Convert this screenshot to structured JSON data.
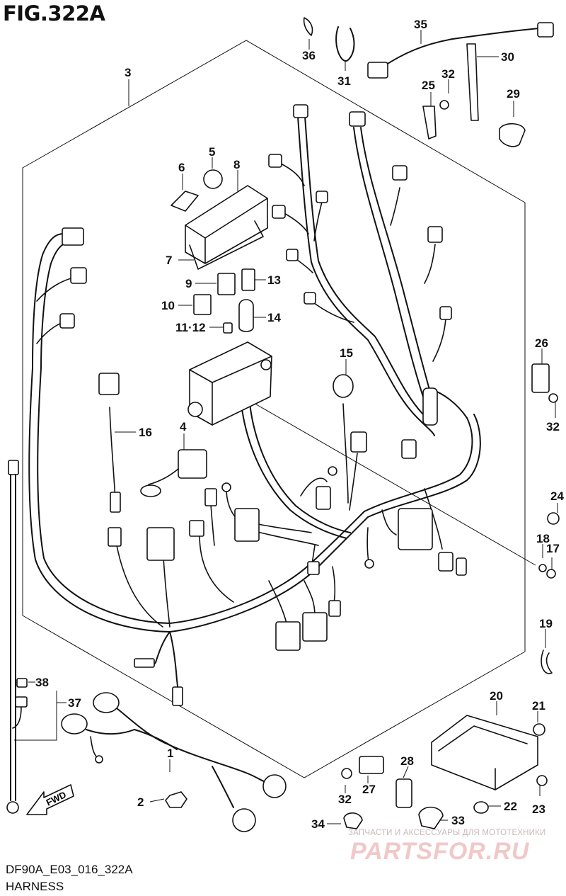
{
  "figure": {
    "title": "FIG.322A",
    "code": "DF90A_E03_016_322A",
    "caption": "HARNESS",
    "fwd_label": "FWD"
  },
  "watermark": {
    "tagline": "ЗАПЧАСТИ И АКСЕССУАРЫ ДЛЯ МОТОТЕХНИКИ",
    "logo": "PARTSFOR.RU"
  },
  "callouts": {
    "c1": "1",
    "c2": "2",
    "c3": "3",
    "c4": "4",
    "c5": "5",
    "c6": "6",
    "c7": "7",
    "c8": "8",
    "c9": "9",
    "c10": "10",
    "c11_12": "11·12",
    "c13": "13",
    "c14": "14",
    "c15": "15",
    "c16": "16",
    "c17": "17",
    "c18": "18",
    "c19": "19",
    "c20": "20",
    "c21": "21",
    "c22": "22",
    "c23": "23",
    "c24": "24",
    "c25": "25",
    "c26": "26",
    "c27": "27",
    "c28": "28",
    "c29": "29",
    "c30": "30",
    "c31": "31",
    "c32a": "32",
    "c32b": "32",
    "c32c": "32",
    "c33": "33",
    "c34": "34",
    "c35": "35",
    "c36": "36",
    "c37": "37",
    "c38": "38"
  }
}
